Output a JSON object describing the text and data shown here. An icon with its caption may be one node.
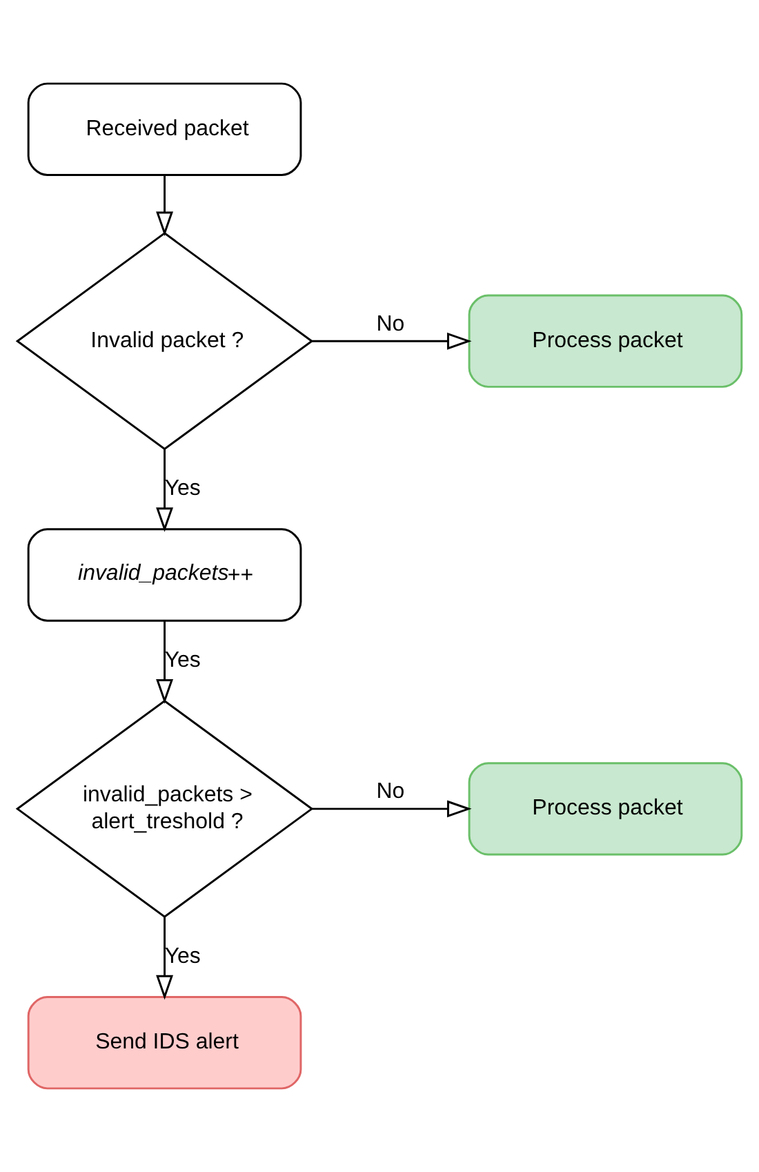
{
  "diagram": {
    "nodes": [
      {
        "text": [
          "Received packet"
        ]
      },
      {
        "text": [
          "Invalid packet ?"
        ]
      },
      {
        "text": [
          "Process packet"
        ]
      },
      {
        "text": [
          "*invalid_packets*++"
        ]
      },
      {
        "text": [
          "invalid_packets > alert_treshold ?"
        ]
      },
      {
        "text": [
          "Process packet"
        ]
      },
      {
        "text": [
          "Send IDS alert"
        ]
      }
    ],
    "edges": [
      {
        "from": 0,
        "to": 1,
        "arrow": "to"
      },
      {
        "from": 1,
        "to": 2,
        "arrow": "to",
        "label": "No"
      },
      {
        "from": 1,
        "to": 3,
        "arrow": "to",
        "label": "Yes"
      },
      {
        "from": 3,
        "to": 4,
        "arrow": "to",
        "label": "Yes"
      },
      {
        "from": 4,
        "to": 5,
        "arrow": "to",
        "label": "No"
      },
      {
        "from": 4,
        "to": 6,
        "arrow": "to",
        "label": "Yes"
      }
    ]
  }
}
